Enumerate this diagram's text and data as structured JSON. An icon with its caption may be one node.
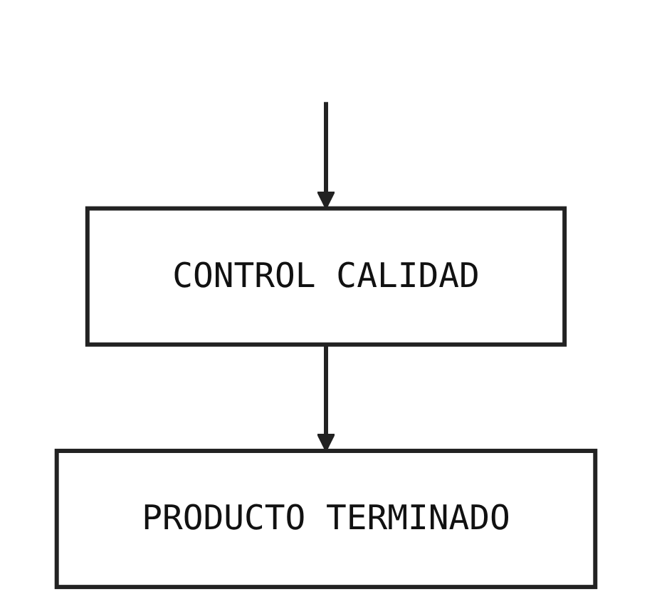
{
  "diagram": {
    "nodes": [
      {
        "text": [
          "CONTROL CALIDAD"
        ]
      },
      {
        "text": [
          "PRODUCTO TERMINADO"
        ]
      }
    ],
    "edges": [
      {
        "from": null,
        "to": 0,
        "arrow": "to"
      },
      {
        "from": 0,
        "to": 1,
        "arrow": "to"
      }
    ]
  }
}
